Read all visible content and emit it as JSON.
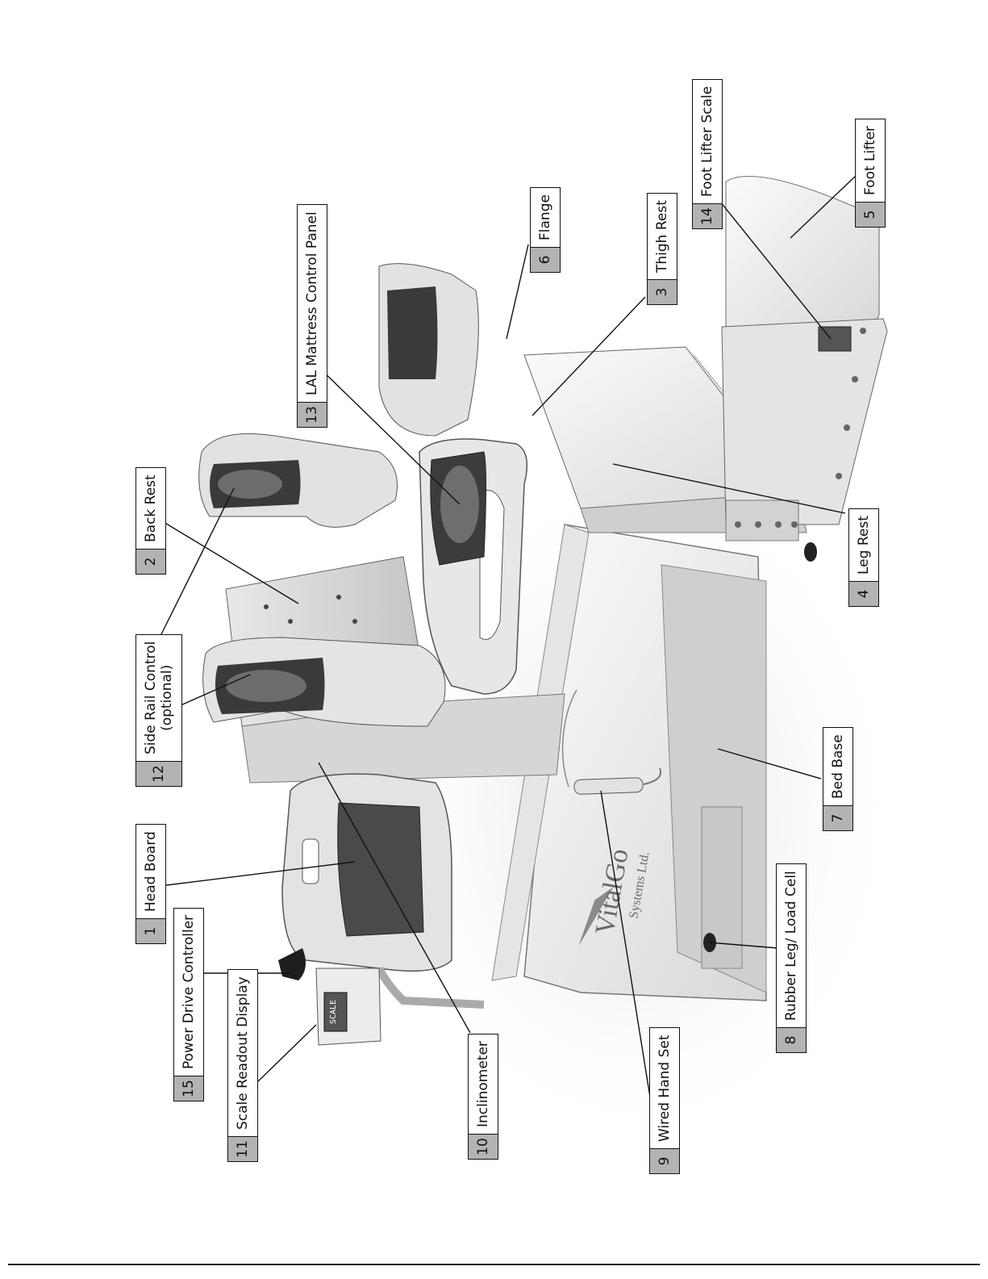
{
  "callouts": [
    {
      "number": "1",
      "label": "Head Board"
    },
    {
      "number": "2",
      "label": "Back Rest"
    },
    {
      "number": "3",
      "label": "Thigh Rest"
    },
    {
      "number": "4",
      "label": "Leg Rest"
    },
    {
      "number": "5",
      "label": "Foot Lifter"
    },
    {
      "number": "6",
      "label": "Flange"
    },
    {
      "number": "7",
      "label": "Bed Base"
    },
    {
      "number": "8",
      "label": "Rubber Leg/ Load Cell"
    },
    {
      "number": "9",
      "label": "Wired Hand Set"
    },
    {
      "number": "10",
      "label": "Inclinometer"
    },
    {
      "number": "11",
      "label": "Scale Readout Display"
    },
    {
      "number": "12",
      "label": "Side Rail Control",
      "label2": "(optional)"
    },
    {
      "number": "13",
      "label": "LAL Mattress Control Panel"
    },
    {
      "number": "14",
      "label": "Foot Lifter Scale"
    },
    {
      "number": "15",
      "label": "Power Drive Controller"
    }
  ],
  "artwork": {
    "brand": "VitalGo",
    "brand_sub": "Systems Ltd.",
    "scale_display": "SCALE"
  }
}
